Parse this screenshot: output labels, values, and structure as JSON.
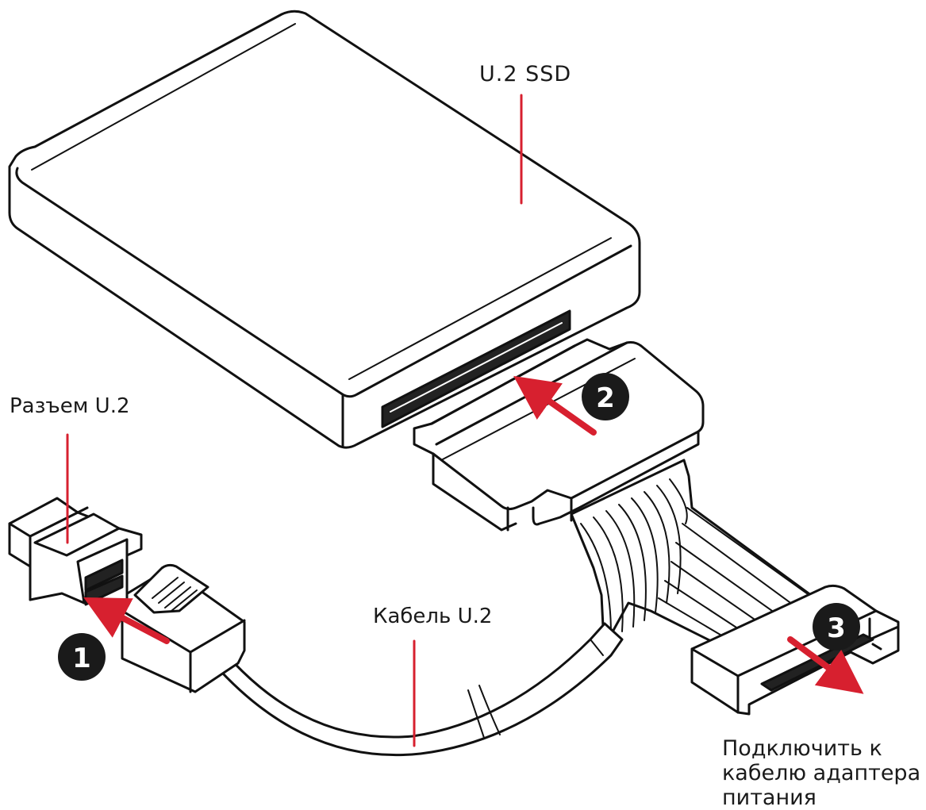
{
  "labels": {
    "ssd": "U.2 SSD",
    "port": "Разъем U.2",
    "cable": "Кабель U.2",
    "power": "Подключить к кабелю адаптера питания"
  },
  "steps": [
    "1",
    "2",
    "3"
  ],
  "colors": {
    "accent": "#d7202f",
    "line": "#111111",
    "badge": "#1a1a1a",
    "background": "#ffffff"
  }
}
